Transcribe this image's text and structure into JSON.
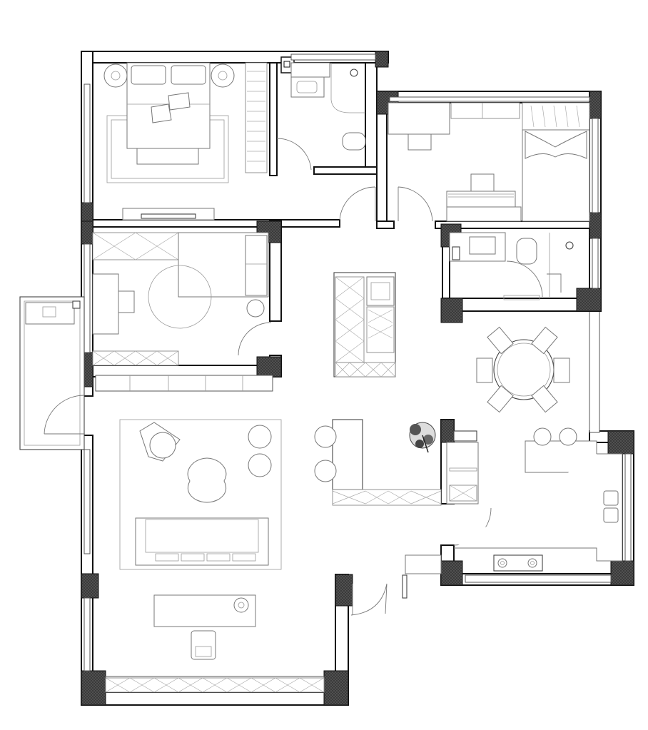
{
  "plan": {
    "title": "",
    "rooms": [
      {
        "id": "master-bedroom",
        "label": ""
      },
      {
        "id": "master-bath",
        "label": ""
      },
      {
        "id": "second-bedroom",
        "label": ""
      },
      {
        "id": "second-bath",
        "label": ""
      },
      {
        "id": "study-bedroom",
        "label": ""
      },
      {
        "id": "balcony",
        "label": ""
      },
      {
        "id": "living-room",
        "label": ""
      },
      {
        "id": "dining-room",
        "label": ""
      },
      {
        "id": "kitchen",
        "label": ""
      }
    ]
  },
  "colors": {
    "wall": "#111111",
    "column": "#3a3a3a",
    "furniture": "#777777",
    "background": "#ffffff"
  }
}
